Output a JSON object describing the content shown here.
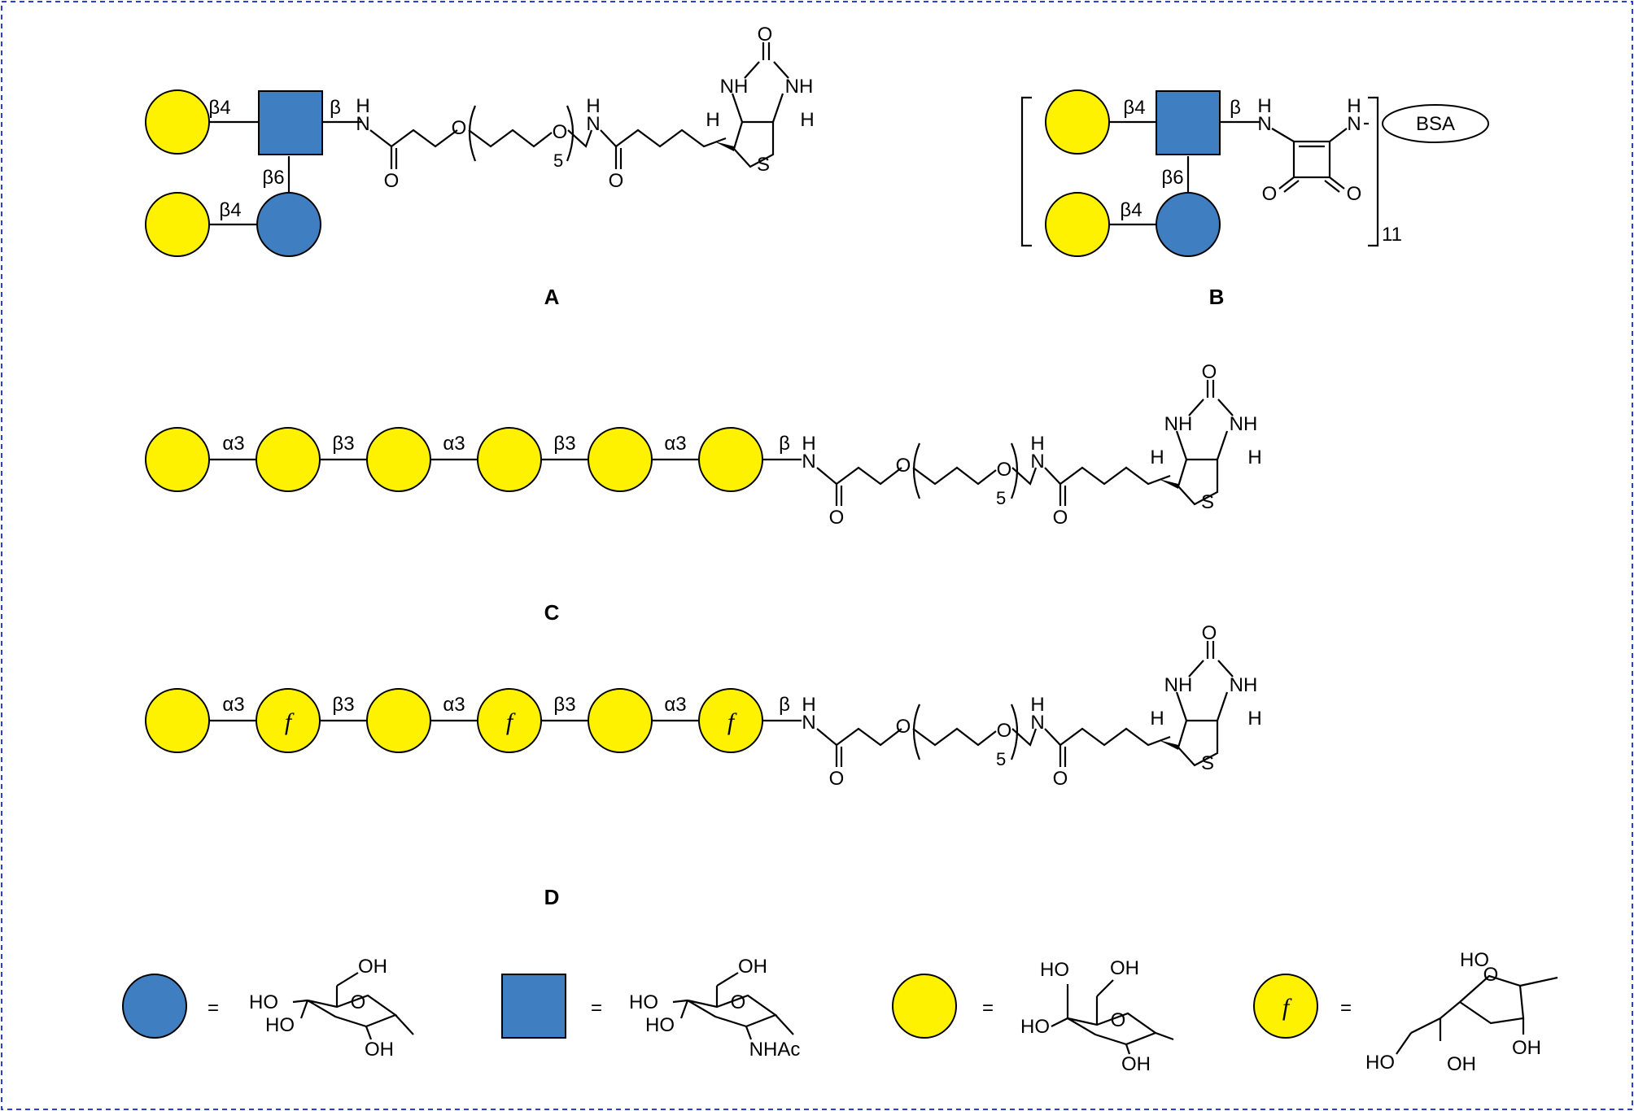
{
  "colors": {
    "border": "#2a3fd6",
    "yellow": "#fef200",
    "blue": "#3f7ec1"
  },
  "panels": [
    "A",
    "B",
    "C",
    "D"
  ],
  "linkages": {
    "A": [
      "β4",
      "β",
      "β6",
      "β4"
    ],
    "B": [
      "β4",
      "β",
      "β6",
      "β4"
    ],
    "C": [
      "α3",
      "β3",
      "α3",
      "β3",
      "α3",
      "β"
    ],
    "D": [
      "α3",
      "β3",
      "α3",
      "β3",
      "α3",
      "β"
    ]
  },
  "furanose_label": "f",
  "atoms": {
    "NH": "NH",
    "N": "N",
    "H": "H",
    "O": "O",
    "S": "S",
    "HO": "HO",
    "OH": "OH",
    "NHAc": "NHAc",
    "BSA": "BSA",
    "n5": "5",
    "n11": "11",
    "eq": "="
  }
}
